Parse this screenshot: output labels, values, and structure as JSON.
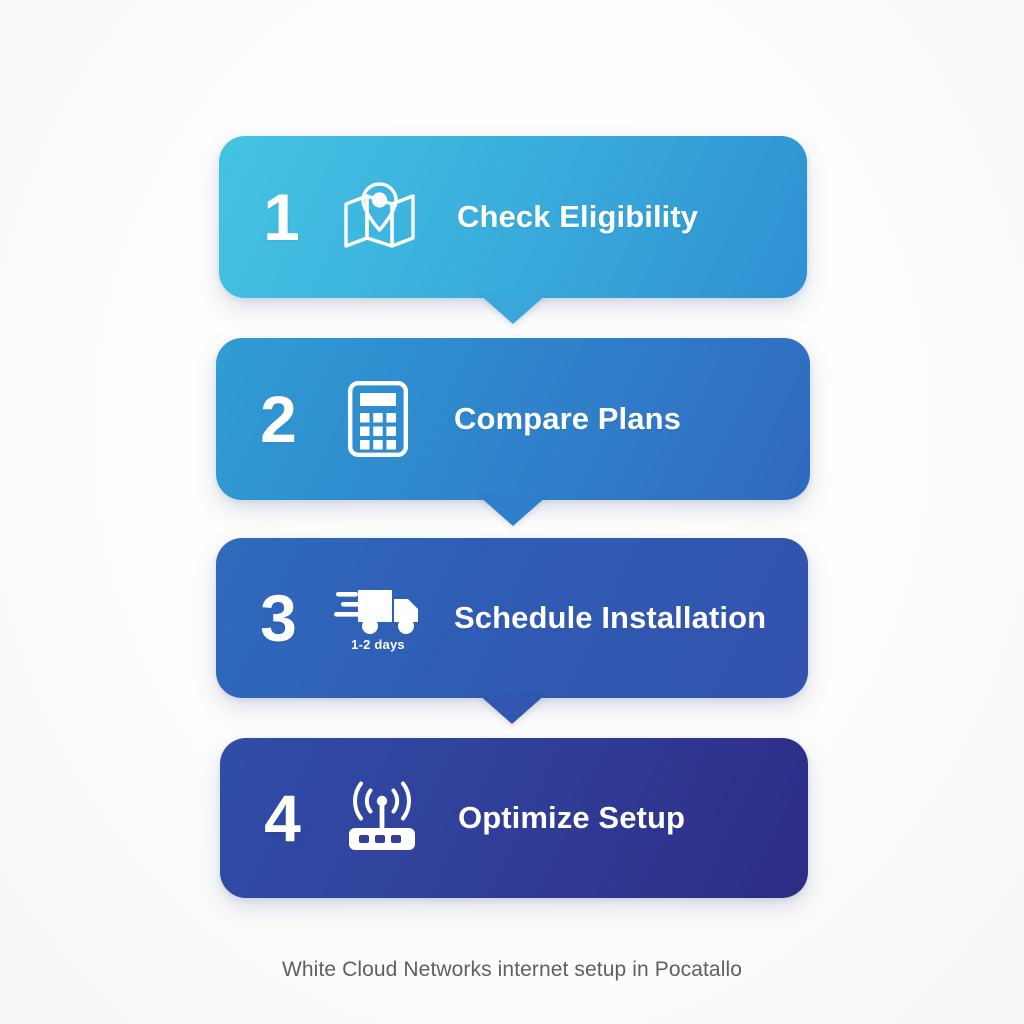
{
  "caption": "White Cloud Networks internet setup in Pocatallo",
  "colors": {
    "background": "#ffffff",
    "card_1_start": "#45c3e2",
    "card_1_end": "#2f90d3",
    "card_2_start": "#2f9dd4",
    "card_2_end": "#3069be",
    "card_3_start": "#2f6bbd",
    "card_3_end": "#3352ad",
    "card_4_start": "#2f4da8",
    "card_4_end": "#2e2b86",
    "label_text": "#ffffff",
    "caption_text": "#5d6066"
  },
  "steps": [
    {
      "number": "1",
      "label": "Check Eligibility",
      "icon": "map-location-icon",
      "sublabel": ""
    },
    {
      "number": "2",
      "label": "Compare Plans",
      "icon": "calculator-icon",
      "sublabel": ""
    },
    {
      "number": "3",
      "label": "Schedule Installation",
      "icon": "delivery-truck-icon",
      "sublabel": "1-2 days"
    },
    {
      "number": "4",
      "label": "Optimize Setup",
      "icon": "wifi-router-icon",
      "sublabel": ""
    }
  ]
}
